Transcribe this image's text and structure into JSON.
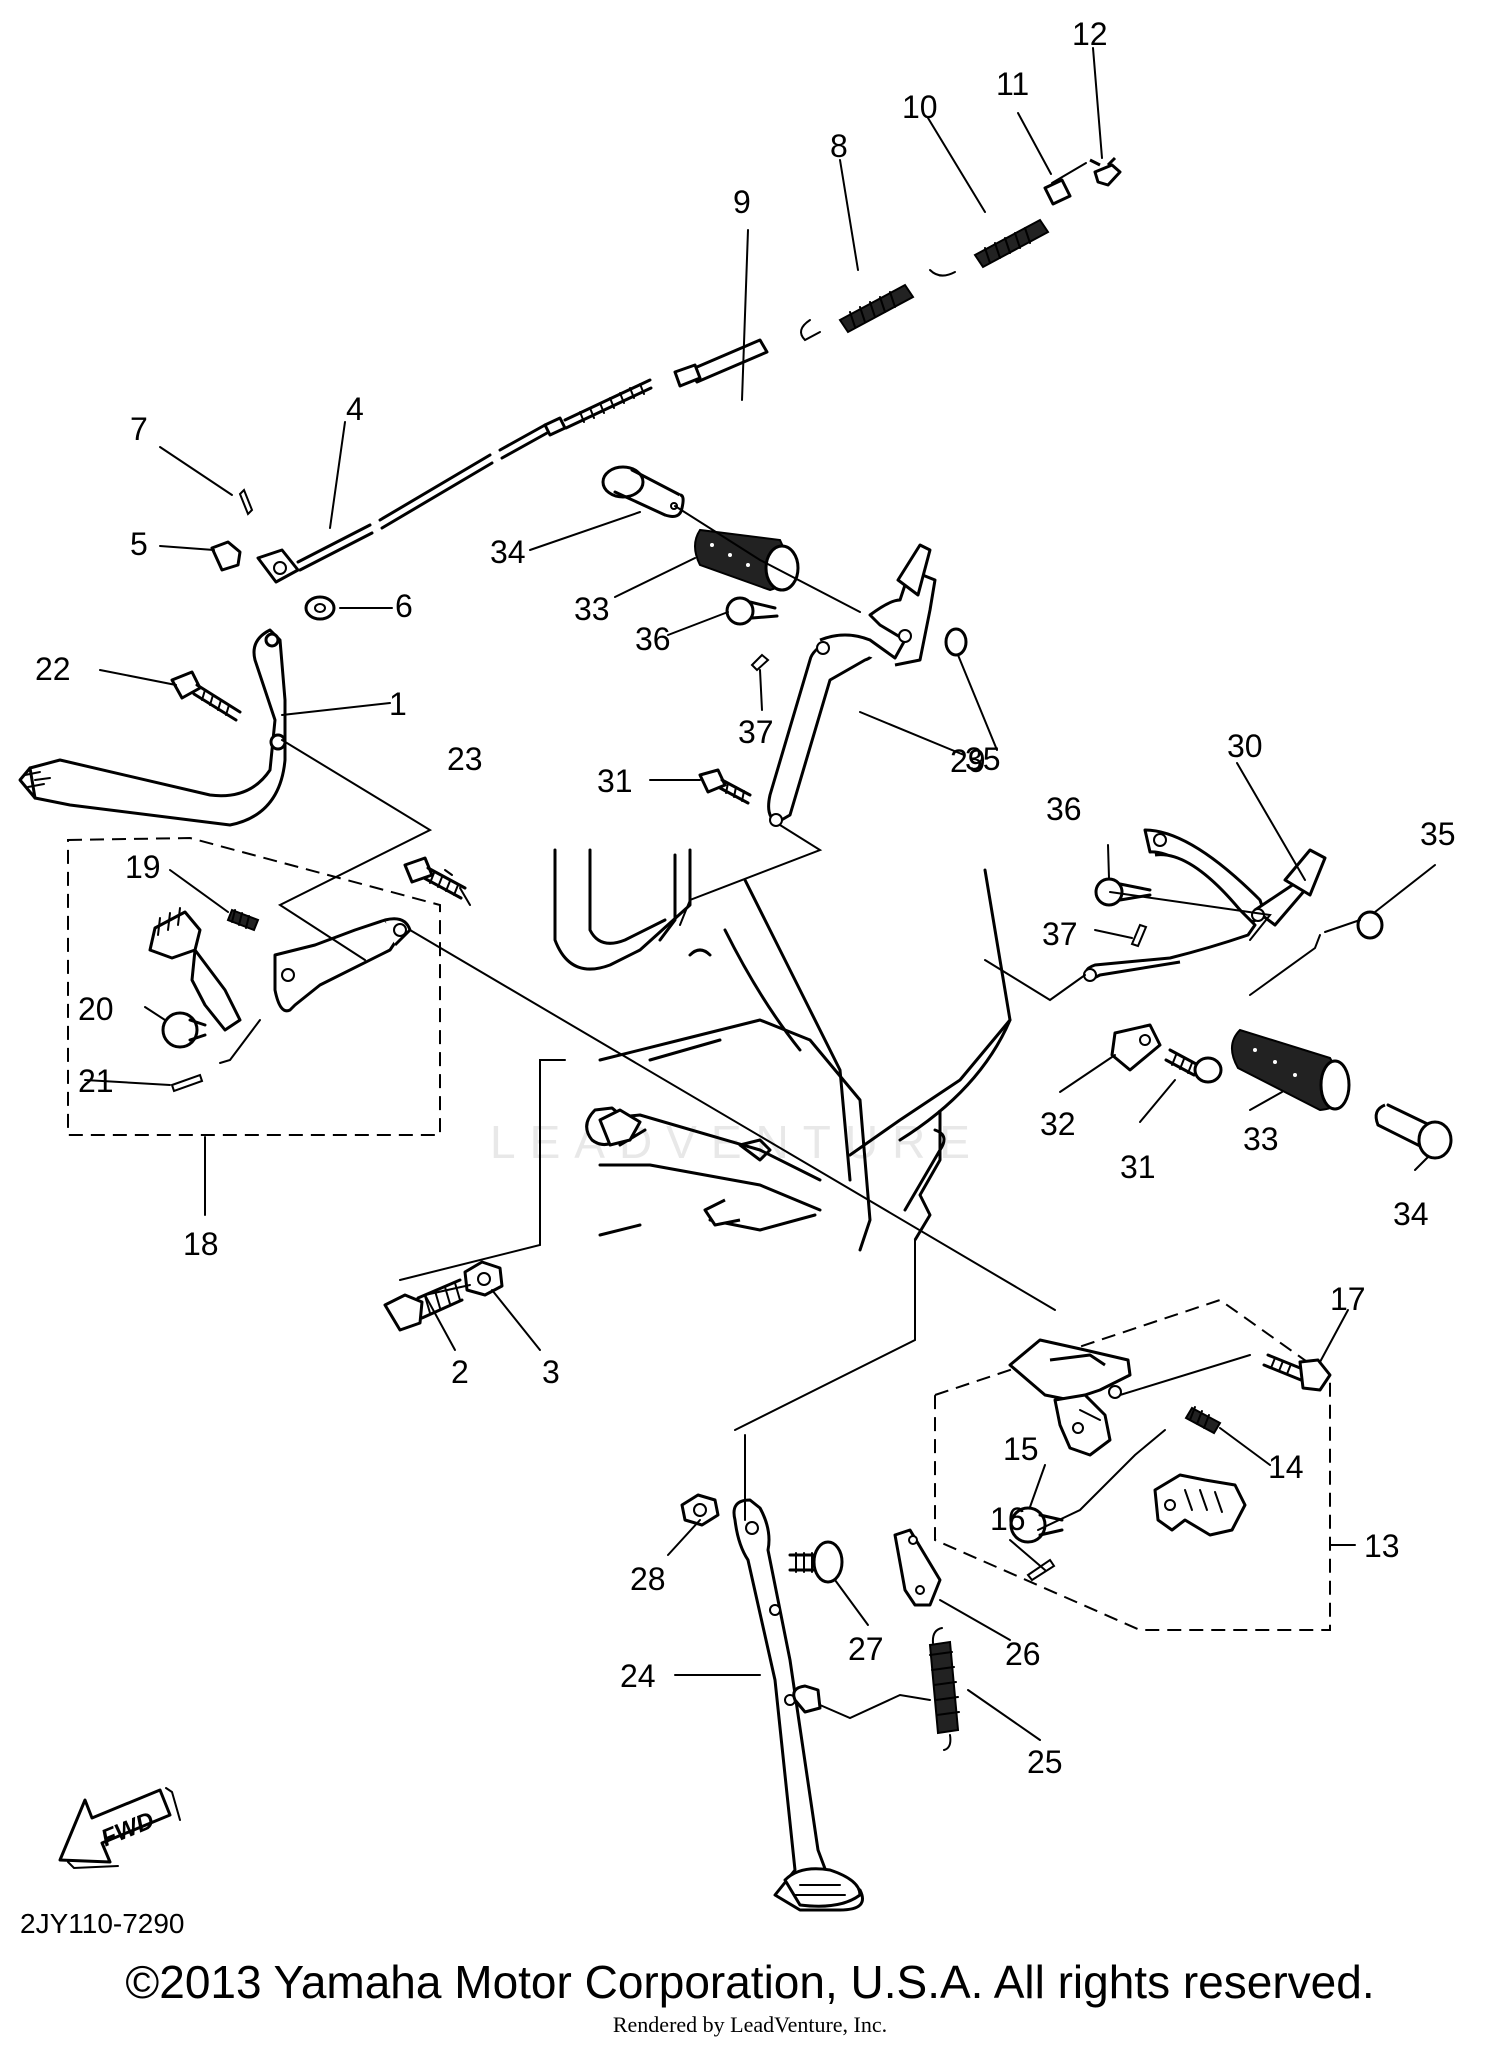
{
  "diagram": {
    "watermark": "LEADVENTURE",
    "fwd_label": "FWD",
    "code": "2JY110-7290",
    "copyright": "©2013 Yamaha Motor Corporation, U.S.A. All rights reserved.",
    "rendered_by": "Rendered by LeadVenture, Inc."
  },
  "callouts": [
    "1",
    "2",
    "3",
    "4",
    "5",
    "6",
    "7",
    "8",
    "9",
    "10",
    "11",
    "12",
    "13",
    "14",
    "15",
    "16",
    "17",
    "18",
    "19",
    "20",
    "21",
    "22",
    "23",
    "24",
    "25",
    "26",
    "27",
    "28",
    "29",
    "30",
    "31",
    "31",
    "32",
    "33",
    "33",
    "34",
    "34",
    "35",
    "35",
    "36",
    "36",
    "37",
    "37"
  ]
}
